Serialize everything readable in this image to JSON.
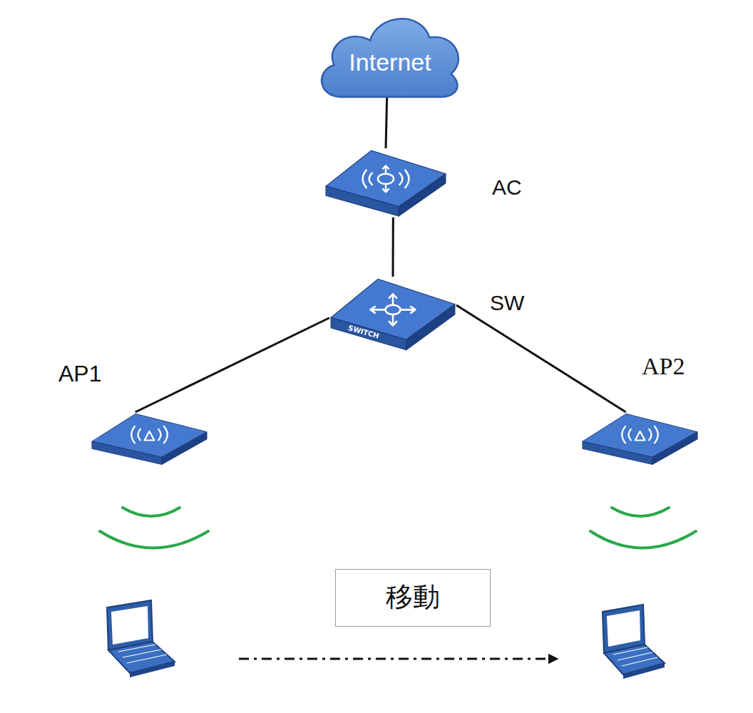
{
  "diagram": {
    "nodes": [
      {
        "text": [
          "Internet"
        ]
      },
      {
        "text": [
          "AC"
        ]
      },
      {
        "text": [
          "SWITCH",
          "SW"
        ]
      },
      {
        "text": [
          "AP1"
        ]
      },
      {
        "text": [
          "AP2"
        ]
      },
      {
        "text": [
          "移動"
        ]
      }
    ],
    "edges": [
      {
        "from": 0,
        "to": 1,
        "arrow": "none"
      },
      {
        "from": 1,
        "to": 2,
        "arrow": "none"
      },
      {
        "from": 2,
        "to": 3,
        "arrow": "none"
      },
      {
        "from": 2,
        "to": 4,
        "arrow": "none"
      }
    ]
  }
}
